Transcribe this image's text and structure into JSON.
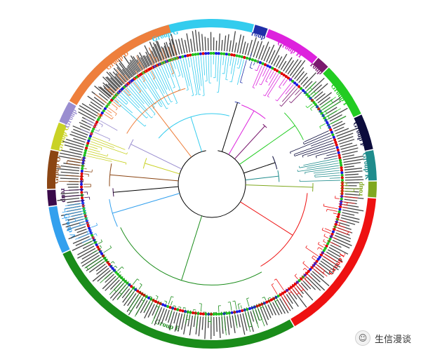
{
  "groups": [
    {
      "id": "G",
      "label": "Group G",
      "color": "#33ccee"
    },
    {
      "id": "P",
      "label": "Group P",
      "color": "#1f2fa8"
    },
    {
      "id": "H",
      "label": "Group H",
      "color": "#dd22dd"
    },
    {
      "id": "N",
      "label": "Group N",
      "color": "#7a1a6e"
    },
    {
      "id": "I",
      "label": "Group I",
      "color": "#22cc22"
    },
    {
      "id": "F",
      "label": "Group F",
      "color": "#0c0c3c"
    },
    {
      "id": "K",
      "label": "Group K",
      "color": "#1f8c8c"
    },
    {
      "id": "J",
      "label": "Group J",
      "color": "#7fa81f"
    },
    {
      "id": "L",
      "label": "Group L",
      "color": "#ee1111"
    },
    {
      "id": "E",
      "label": "Group E",
      "color": "#1a8c1a"
    },
    {
      "id": "A",
      "label": "Group A",
      "color": "#33a0ee"
    },
    {
      "id": "M",
      "label": "Group M",
      "color": "#3a0a4a"
    },
    {
      "id": "O",
      "label": "Group O",
      "color": "#8b4513"
    },
    {
      "id": "C",
      "label": "Group C",
      "color": "#c9d226"
    },
    {
      "id": "B",
      "label": "Group B",
      "color": "#9a8ed0"
    },
    {
      "id": "D",
      "label": "Group D",
      "color": "#ee7f3c"
    }
  ],
  "marker_colors": [
    "#e00000",
    "#1a1ae0",
    "#20c020"
  ],
  "watermark": {
    "icon": "wechat-icon",
    "text": "生信漫谈"
  }
}
